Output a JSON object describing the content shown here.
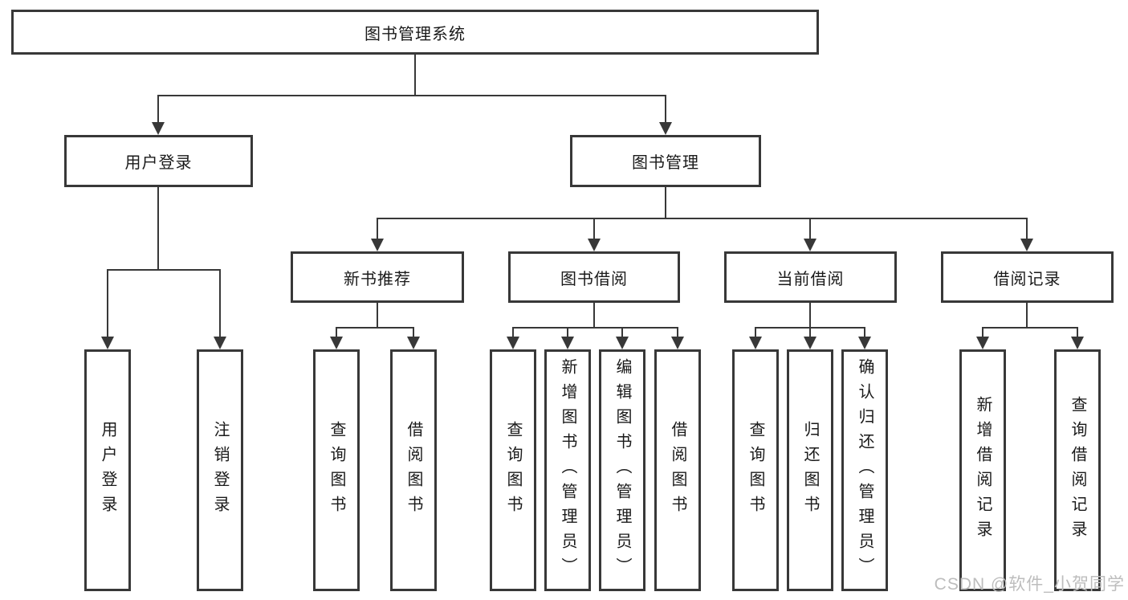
{
  "root": {
    "label": "图书管理系统"
  },
  "user_login": {
    "label": "用户登录",
    "leaves": [
      "用户登录",
      "注销登录"
    ]
  },
  "book_mgmt": {
    "label": "图书管理",
    "groups": [
      {
        "label": "新书推荐",
        "leaves": [
          "查询图书",
          "借阅图书"
        ]
      },
      {
        "label": "图书借阅",
        "leaves": [
          "查询图书",
          "新增图书（管理员）",
          "编辑图书（管理员）",
          "借阅图书"
        ]
      },
      {
        "label": "当前借阅",
        "leaves": [
          "查询图书",
          "归还图书",
          "确认归还（管理员）"
        ]
      },
      {
        "label": "借阅记录",
        "leaves": [
          "新增借阅记录",
          "查询借阅记录"
        ]
      }
    ]
  },
  "watermark": "CSDN @软件_小贺同学",
  "colors": {
    "line": "#383838",
    "border": "#383838",
    "text": "#1a1a1a",
    "watermark": "#bdbdbd",
    "background": "#ffffff"
  }
}
